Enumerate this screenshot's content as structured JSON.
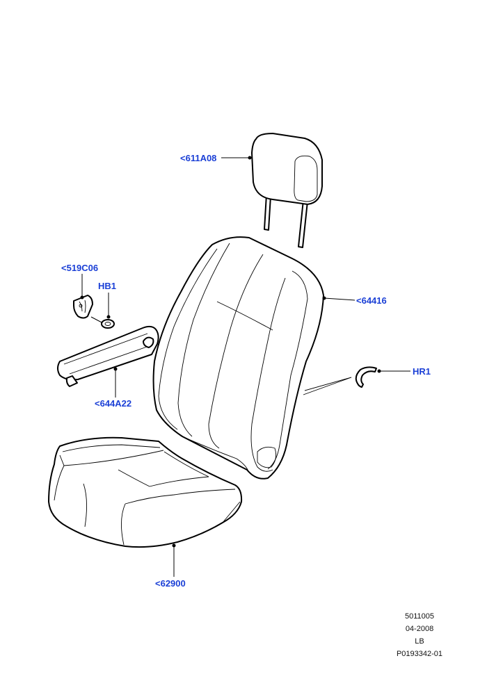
{
  "callouts": {
    "headrest": "<611A08",
    "bracket": "<519C06",
    "hb1": "HB1",
    "seatback": "<64416",
    "hr1": "HR1",
    "armrest": "<644A22",
    "cushion": "<62900"
  },
  "reference": {
    "line1": "5011005",
    "line2": "04-2008",
    "line3": "LB",
    "line4": "P0193342-01"
  },
  "colors": {
    "callout_text": "#1a3fd6",
    "line_art": "#000000"
  }
}
